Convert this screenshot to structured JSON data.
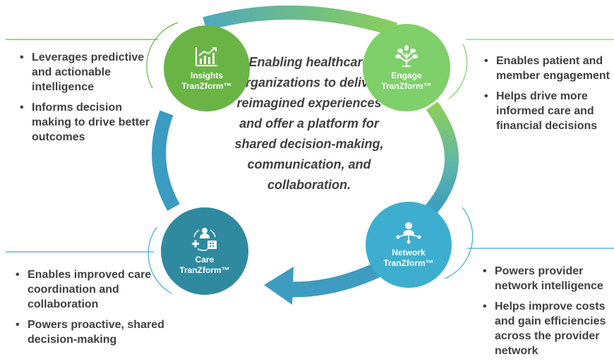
{
  "center_text": "Enabling healthcare organizations to deliver reimagined experiences and offer a platform for shared decision-making, communication, and collaboration.",
  "colors": {
    "insights": "#6ab446",
    "engage": "#7fcf6a",
    "network": "#3eaed0",
    "care": "#2f8aa0",
    "text": "#404040",
    "arc_green": "#8bcf5a",
    "arc_blue": "#3a9cc0"
  },
  "nodes": {
    "insights": {
      "line1": "Insights",
      "line2": "TranZform™",
      "icon": "growth-chart-icon"
    },
    "engage": {
      "line1": "Engage",
      "line2": "TranZform™",
      "icon": "tree-icon"
    },
    "care": {
      "line1": "Care",
      "line2": "TranZform™",
      "icon": "care-coordination-icon"
    },
    "network": {
      "line1": "Network",
      "line2": "TranZform™",
      "icon": "network-person-icon"
    }
  },
  "bullets": {
    "insights": [
      "Leverages predictive and actionable intelligence",
      "Informs decision making to drive better outcomes"
    ],
    "engage": [
      "Enables patient and member engagement",
      "Helps drive more informed care and financial decisions"
    ],
    "care": [
      "Enables improved care coordination and collaboration",
      "Powers proactive, shared decision-making"
    ],
    "network": [
      "Powers provider network intelligence",
      "Helps improve costs and gain efficiencies across the provider network"
    ]
  }
}
